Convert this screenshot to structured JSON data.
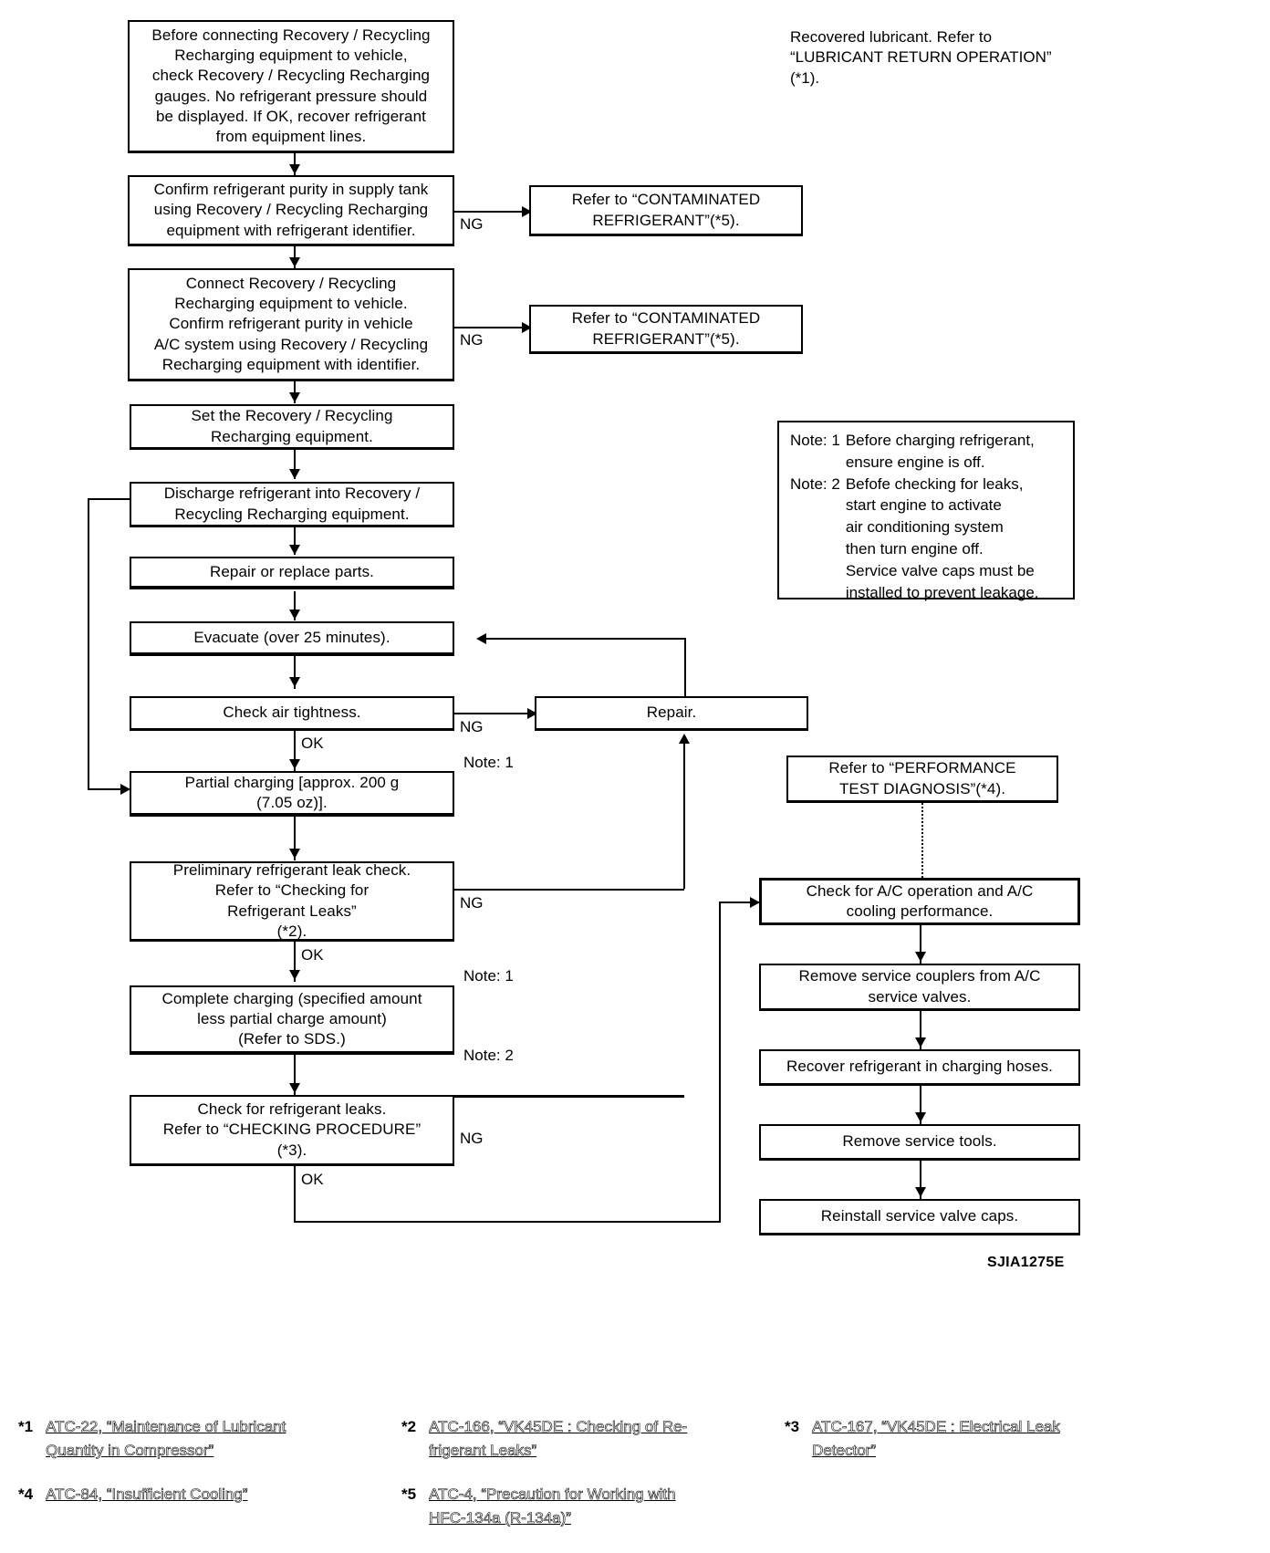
{
  "figure_id": "SJIA1275E",
  "flow": {
    "boxes": [
      {
        "id": "b1",
        "text": "Before connecting Recovery / Recycling\nRecharging equipment to vehicle,\ncheck Recovery / Recycling Recharging\ngauges. No refrigerant pressure should\nbe displayed. If OK, recover refrigerant\nfrom equipment lines."
      },
      {
        "id": "b2",
        "text": "Confirm refrigerant purity in supply tank\nusing Recovery / Recycling Recharging\nequipment with refrigerant identifier."
      },
      {
        "id": "b3",
        "text": "Refer to “CONTAMINATED\nREFRIGERANT”(*5)."
      },
      {
        "id": "b4",
        "text": "Connect Recovery / Recycling\nRecharging equipment to vehicle.\nConfirm refrigerant purity in vehicle\nA/C system using Recovery / Recycling\nRecharging equipment with identifier."
      },
      {
        "id": "b5",
        "text": "Refer to “CONTAMINATED\nREFRIGERANT”(*5)."
      },
      {
        "id": "b6",
        "text": "Set the Recovery / Recycling\nRecharging equipment."
      },
      {
        "id": "b7",
        "text": "Discharge refrigerant into Recovery /\nRecycling Recharging equipment."
      },
      {
        "id": "b8",
        "text": "Repair or replace parts."
      },
      {
        "id": "b9",
        "text": "Evacuate (over 25 minutes)."
      },
      {
        "id": "b10",
        "text": "Check air tightness."
      },
      {
        "id": "b11",
        "text": "Repair."
      },
      {
        "id": "b12",
        "text": "Partial charging [approx. 200 g\n(7.05 oz)]."
      },
      {
        "id": "b13",
        "text": "Preliminary refrigerant leak check.\nRefer to “Checking for\nRefrigerant Leaks”\n(*2)."
      },
      {
        "id": "b14",
        "text": "Complete charging (specified amount\nless partial charge amount)\n(Refer to SDS.)"
      },
      {
        "id": "b15",
        "text": "Check for refrigerant leaks.\nRefer to “CHECKING PROCEDURE”\n(*3)."
      },
      {
        "id": "b16",
        "text": "Refer to “PERFORMANCE\nTEST DIAGNOSIS”(*4)."
      },
      {
        "id": "b17",
        "text": "Check for A/C operation and A/C\ncooling performance."
      },
      {
        "id": "b18",
        "text": "Remove service couplers from A/C\nservice valves."
      },
      {
        "id": "b19",
        "text": "Recover refrigerant in charging hoses."
      },
      {
        "id": "b20",
        "text": "Remove service tools."
      },
      {
        "id": "b21",
        "text": "Reinstall service valve caps."
      }
    ],
    "free_text": {
      "lubricant_note": "Recovered lubricant. Refer to\n“LUBRICANT RETURN OPERATION”\n(*1)."
    },
    "edge_labels": [
      {
        "id": "ng1",
        "text": "NG"
      },
      {
        "id": "ng2",
        "text": "NG"
      },
      {
        "id": "ng3",
        "text": "NG"
      },
      {
        "id": "ng4",
        "text": "NG"
      },
      {
        "id": "ng5",
        "text": "NG"
      },
      {
        "id": "ok1",
        "text": "OK"
      },
      {
        "id": "ok2",
        "text": "OK"
      },
      {
        "id": "ok3",
        "text": "OK"
      },
      {
        "id": "note1a",
        "text": "Note: 1"
      },
      {
        "id": "note1b",
        "text": "Note: 1"
      },
      {
        "id": "note2",
        "text": "Note: 2"
      }
    ]
  },
  "note_panel": {
    "rows": [
      {
        "tag": "Note: 1",
        "body": "Before charging refrigerant,\nensure engine is off."
      },
      {
        "tag": "Note: 2",
        "body": "Befofe checking for leaks,\nstart engine to activate\nair conditioning system\nthen turn engine off.\nService valve caps must be\ninstalled to prevent leakage."
      }
    ]
  },
  "footnotes": [
    {
      "mark": "*1",
      "text": "ATC-22, “Maintenance of Lubricant\nQuantity in Compressor”"
    },
    {
      "mark": "*2",
      "text": "ATC-166, “VK45DE : Checking of Re-\nfrigerant Leaks”"
    },
    {
      "mark": "*3",
      "text": "ATC-167, “VK45DE : Electrical Leak\nDetector”"
    },
    {
      "mark": "*4",
      "text": "ATC-84, “Insufficient Cooling”"
    },
    {
      "mark": "*5",
      "text": "ATC-4, “Precaution for Working with\nHFC-134a (R-134a)”"
    }
  ]
}
